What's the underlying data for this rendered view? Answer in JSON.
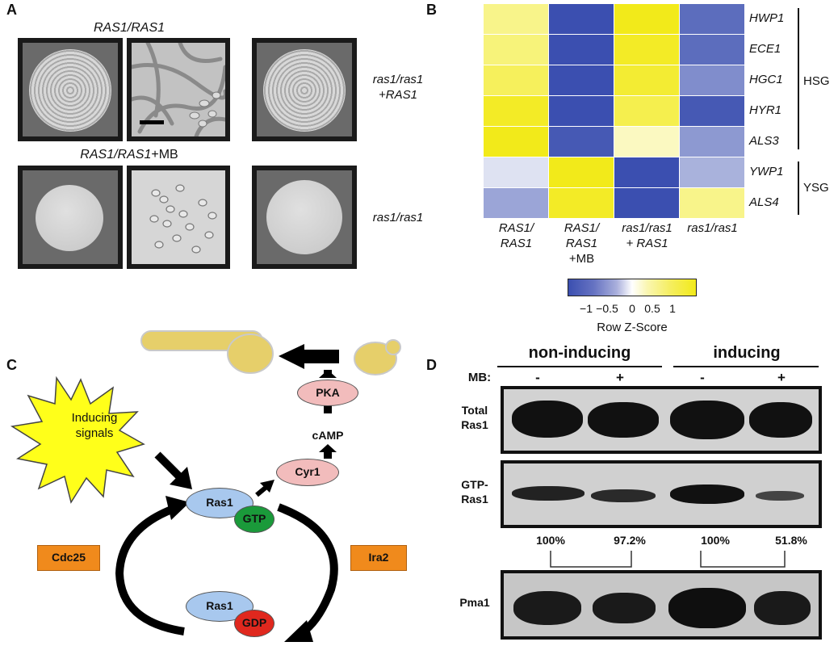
{
  "panels": {
    "a": "A",
    "b": "B",
    "c": "C",
    "d": "D"
  },
  "panel_a": {
    "label_top": "RAS1/RAS1",
    "label_mb_strain": "RAS1/RAS1",
    "label_mb_suffix": "+MB",
    "label_complemented_1": "ras1/ras1",
    "label_complemented_2": "+RAS1",
    "label_mutant": "ras1/ras1"
  },
  "panel_b": {
    "genes": [
      "HWP1",
      "ECE1",
      "HGC1",
      "HYR1",
      "ALS3",
      "YWP1",
      "ALS4"
    ],
    "group_hsg": "HSG",
    "group_ysg": "YSG",
    "columns": [
      {
        "line1": "RAS1/",
        "line2": "RAS1",
        "line3": ""
      },
      {
        "line1": "RAS1/",
        "line2": "RAS1",
        "line3": "+MB"
      },
      {
        "line1": "ras1/ras1",
        "line2": "+ RAS1",
        "line3": ""
      },
      {
        "line1": "ras1/ras1",
        "line2": "",
        "line3": ""
      }
    ],
    "colorbar_ticks": [
      "−1",
      "−0.5",
      "0",
      "0.5",
      "1"
    ],
    "colorbar_title": "Row Z-Score"
  },
  "chart_data": {
    "type": "heatmap",
    "rows": [
      "HWP1",
      "ECE1",
      "HGC1",
      "HYR1",
      "ALS3",
      "YWP1",
      "ALS4"
    ],
    "columns": [
      "RAS1/RAS1",
      "RAS1/RAS1+MB",
      "ras1/ras1+RAS1",
      "ras1/ras1"
    ],
    "values": [
      [
        0.5,
        -1.3,
        1.3,
        -1.0
      ],
      [
        0.6,
        -1.3,
        1.2,
        -1.0
      ],
      [
        0.8,
        -1.3,
        1.1,
        -0.7
      ],
      [
        1.2,
        -1.3,
        0.9,
        -1.2
      ],
      [
        1.3,
        -1.2,
        0.2,
        -0.6
      ],
      [
        -0.1,
        1.3,
        -1.3,
        -0.4
      ],
      [
        -0.5,
        1.2,
        -1.3,
        0.5
      ]
    ],
    "colorbar_range": [
      -1.5,
      1.5
    ],
    "colorbar_title": "Row Z-Score",
    "colors": {
      "low": "#3b4fb0",
      "mid": "#ffffff",
      "high": "#f2ea1a"
    }
  },
  "panel_c": {
    "inducing_signals_1": "Inducing",
    "inducing_signals_2": "signals",
    "pka": "PKA",
    "camp": "cAMP",
    "cyr1": "Cyr1",
    "ras1_gtp": "Ras1",
    "gtp": "GTP",
    "ras1_gdp": "Ras1",
    "gdp": "GDP",
    "cdc25": "Cdc25",
    "ira2": "Ira2",
    "colors": {
      "yellow": "#ffff1a",
      "blue": "#a8c8ee",
      "green": "#1a9a3a",
      "red": "#e0281e",
      "pink": "#f2bcbc",
      "orange": "#f08a1c",
      "cell": "#e6cf6a"
    }
  },
  "panel_d": {
    "header_noninducing": "non-inducing",
    "header_inducing": "inducing",
    "mb_label": "MB:",
    "mb_signs": [
      "-",
      "+",
      "-",
      "+"
    ],
    "blot_total_1": "Total",
    "blot_total_2": "Ras1",
    "blot_gtp_1": "GTP-",
    "blot_gtp_2": "Ras1",
    "blot_pma1": "Pma1",
    "percentages": [
      "100%",
      "97.2%",
      "100%",
      "51.8%"
    ]
  }
}
